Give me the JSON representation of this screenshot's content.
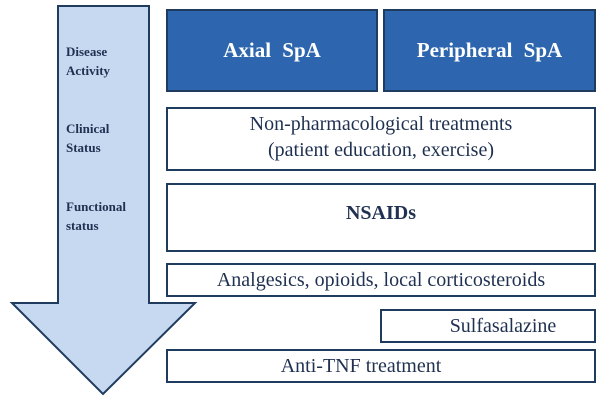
{
  "arrow_labels": [
    {
      "line1": "Disease",
      "line2": "Activity"
    },
    {
      "line1": "Clinical",
      "line2": "Status"
    },
    {
      "line1": "Functional",
      "line2": "status"
    }
  ],
  "headers": {
    "axial": "Axial SpA",
    "peripheral": "Peripheral SpA"
  },
  "treatments": {
    "non_pharm_line1": "Non-pharmacological treatments",
    "non_pharm_line2": "(patient education, exercise)",
    "nsaids": "NSAIDs",
    "analgesics": "Analgesics, opioids, local corticosteroids",
    "sulfasalazine": "Sulfasalazine",
    "anti_tnf": "Anti-TNF treatment"
  },
  "colors": {
    "header_fill": "#2d66ae",
    "arrow_fill": "#c6d9f1",
    "border": "#1f3b5e"
  }
}
